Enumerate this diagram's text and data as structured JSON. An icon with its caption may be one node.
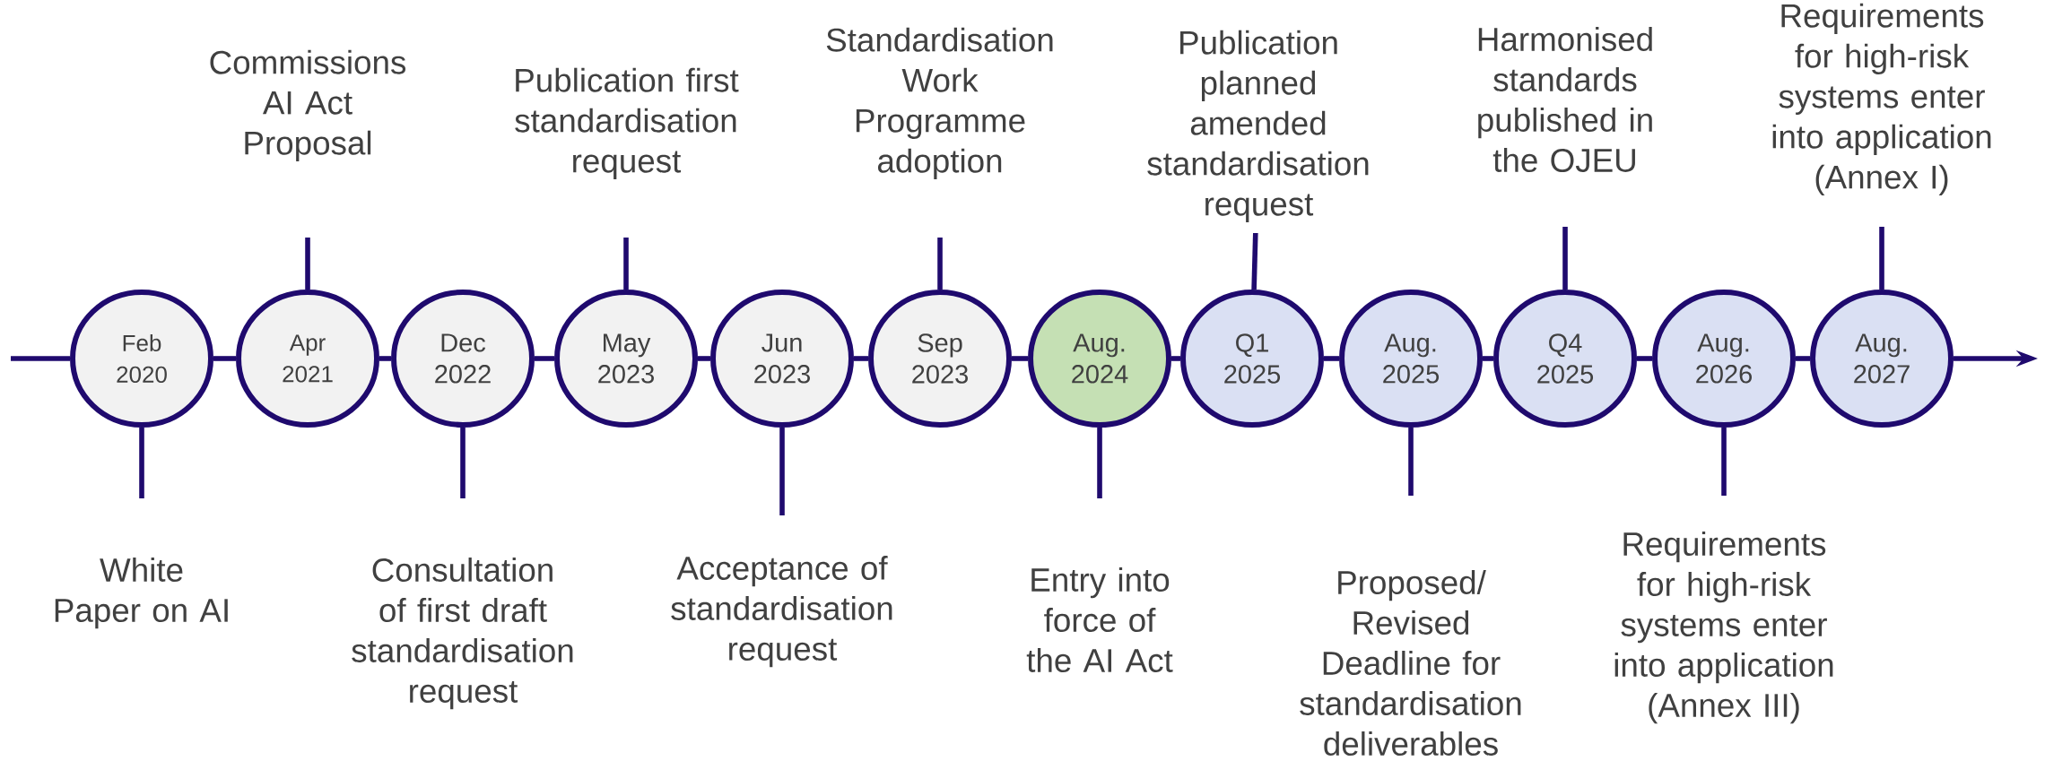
{
  "diagram": {
    "nodes": [
      {
        "text": [
          "Feb 2020"
        ]
      },
      {
        "text": [
          "Apr 2021"
        ]
      },
      {
        "text": [
          "Dec 2022"
        ]
      },
      {
        "text": [
          "May 2023"
        ]
      },
      {
        "text": [
          "Jun 2023"
        ]
      },
      {
        "text": [
          "Sep 2023"
        ]
      },
      {
        "text": [
          "Aug. 2024"
        ]
      },
      {
        "text": [
          "Q1 2025"
        ]
      },
      {
        "text": [
          "Aug. 2025"
        ]
      },
      {
        "text": [
          "Q4 2025"
        ]
      },
      {
        "text": [
          "Aug. 2026"
        ]
      },
      {
        "text": [
          "Aug. 2027"
        ]
      },
      {
        "text": [
          "White Paper on AI"
        ]
      },
      {
        "text": [
          "Commissions AI Act Proposal"
        ]
      },
      {
        "text": [
          "Consultation of first draft standardisation request"
        ]
      },
      {
        "text": [
          "Publication first standardisation request"
        ]
      },
      {
        "text": [
          "Acceptance of standardisation request"
        ]
      },
      {
        "text": [
          "Standardisation Work Programme adoption"
        ]
      },
      {
        "text": [
          "Entry into force of the AI Act"
        ]
      },
      {
        "text": [
          "Publication planned amended standardisation request"
        ]
      },
      {
        "text": [
          "Proposed/ Revised Deadline for standardisation deliverables"
        ]
      },
      {
        "text": [
          "Harmonised standards published in the OJEU"
        ]
      },
      {
        "text": [
          "Requirements for high-risk systems enter into application (Annex III)"
        ]
      },
      {
        "text": [
          "Requirements for high-risk systems enter into application (Annex I)"
        ]
      }
    ],
    "edges": [
      {
        "from": null,
        "to": 0,
        "arrow": "none"
      },
      {
        "from": 0,
        "to": 1,
        "arrow": "none"
      },
      {
        "from": 1,
        "to": 2,
        "arrow": "none"
      },
      {
        "from": 2,
        "to": 3,
        "arrow": "none"
      },
      {
        "from": 3,
        "to": 4,
        "arrow": "none"
      },
      {
        "from": 4,
        "to": 5,
        "arrow": "none"
      },
      {
        "from": 5,
        "to": 6,
        "arrow": "none"
      },
      {
        "from": 6,
        "to": 7,
        "arrow": "none"
      },
      {
        "from": 7,
        "to": 8,
        "arrow": "none"
      },
      {
        "from": 8,
        "to": 9,
        "arrow": "none"
      },
      {
        "from": 9,
        "to": 10,
        "arrow": "none"
      },
      {
        "from": 10,
        "to": 11,
        "arrow": "none"
      },
      {
        "from": 11,
        "to": null,
        "arrow": "to"
      },
      {
        "from": 12,
        "to": 0,
        "arrow": "none"
      },
      {
        "from": 13,
        "to": 1,
        "arrow": "none"
      },
      {
        "from": 14,
        "to": 2,
        "arrow": "none"
      },
      {
        "from": 15,
        "to": 3,
        "arrow": "none"
      },
      {
        "from": 16,
        "to": 4,
        "arrow": "none"
      },
      {
        "from": 17,
        "to": 5,
        "arrow": "none"
      },
      {
        "from": 18,
        "to": 6,
        "arrow": "none"
      },
      {
        "from": 19,
        "to": 7,
        "arrow": "none"
      },
      {
        "from": 20,
        "to": 8,
        "arrow": "none"
      },
      {
        "from": 21,
        "to": 9,
        "arrow": "none"
      },
      {
        "from": 22,
        "to": 10,
        "arrow": "none"
      },
      {
        "from": 23,
        "to": 11,
        "arrow": "none"
      }
    ]
  }
}
